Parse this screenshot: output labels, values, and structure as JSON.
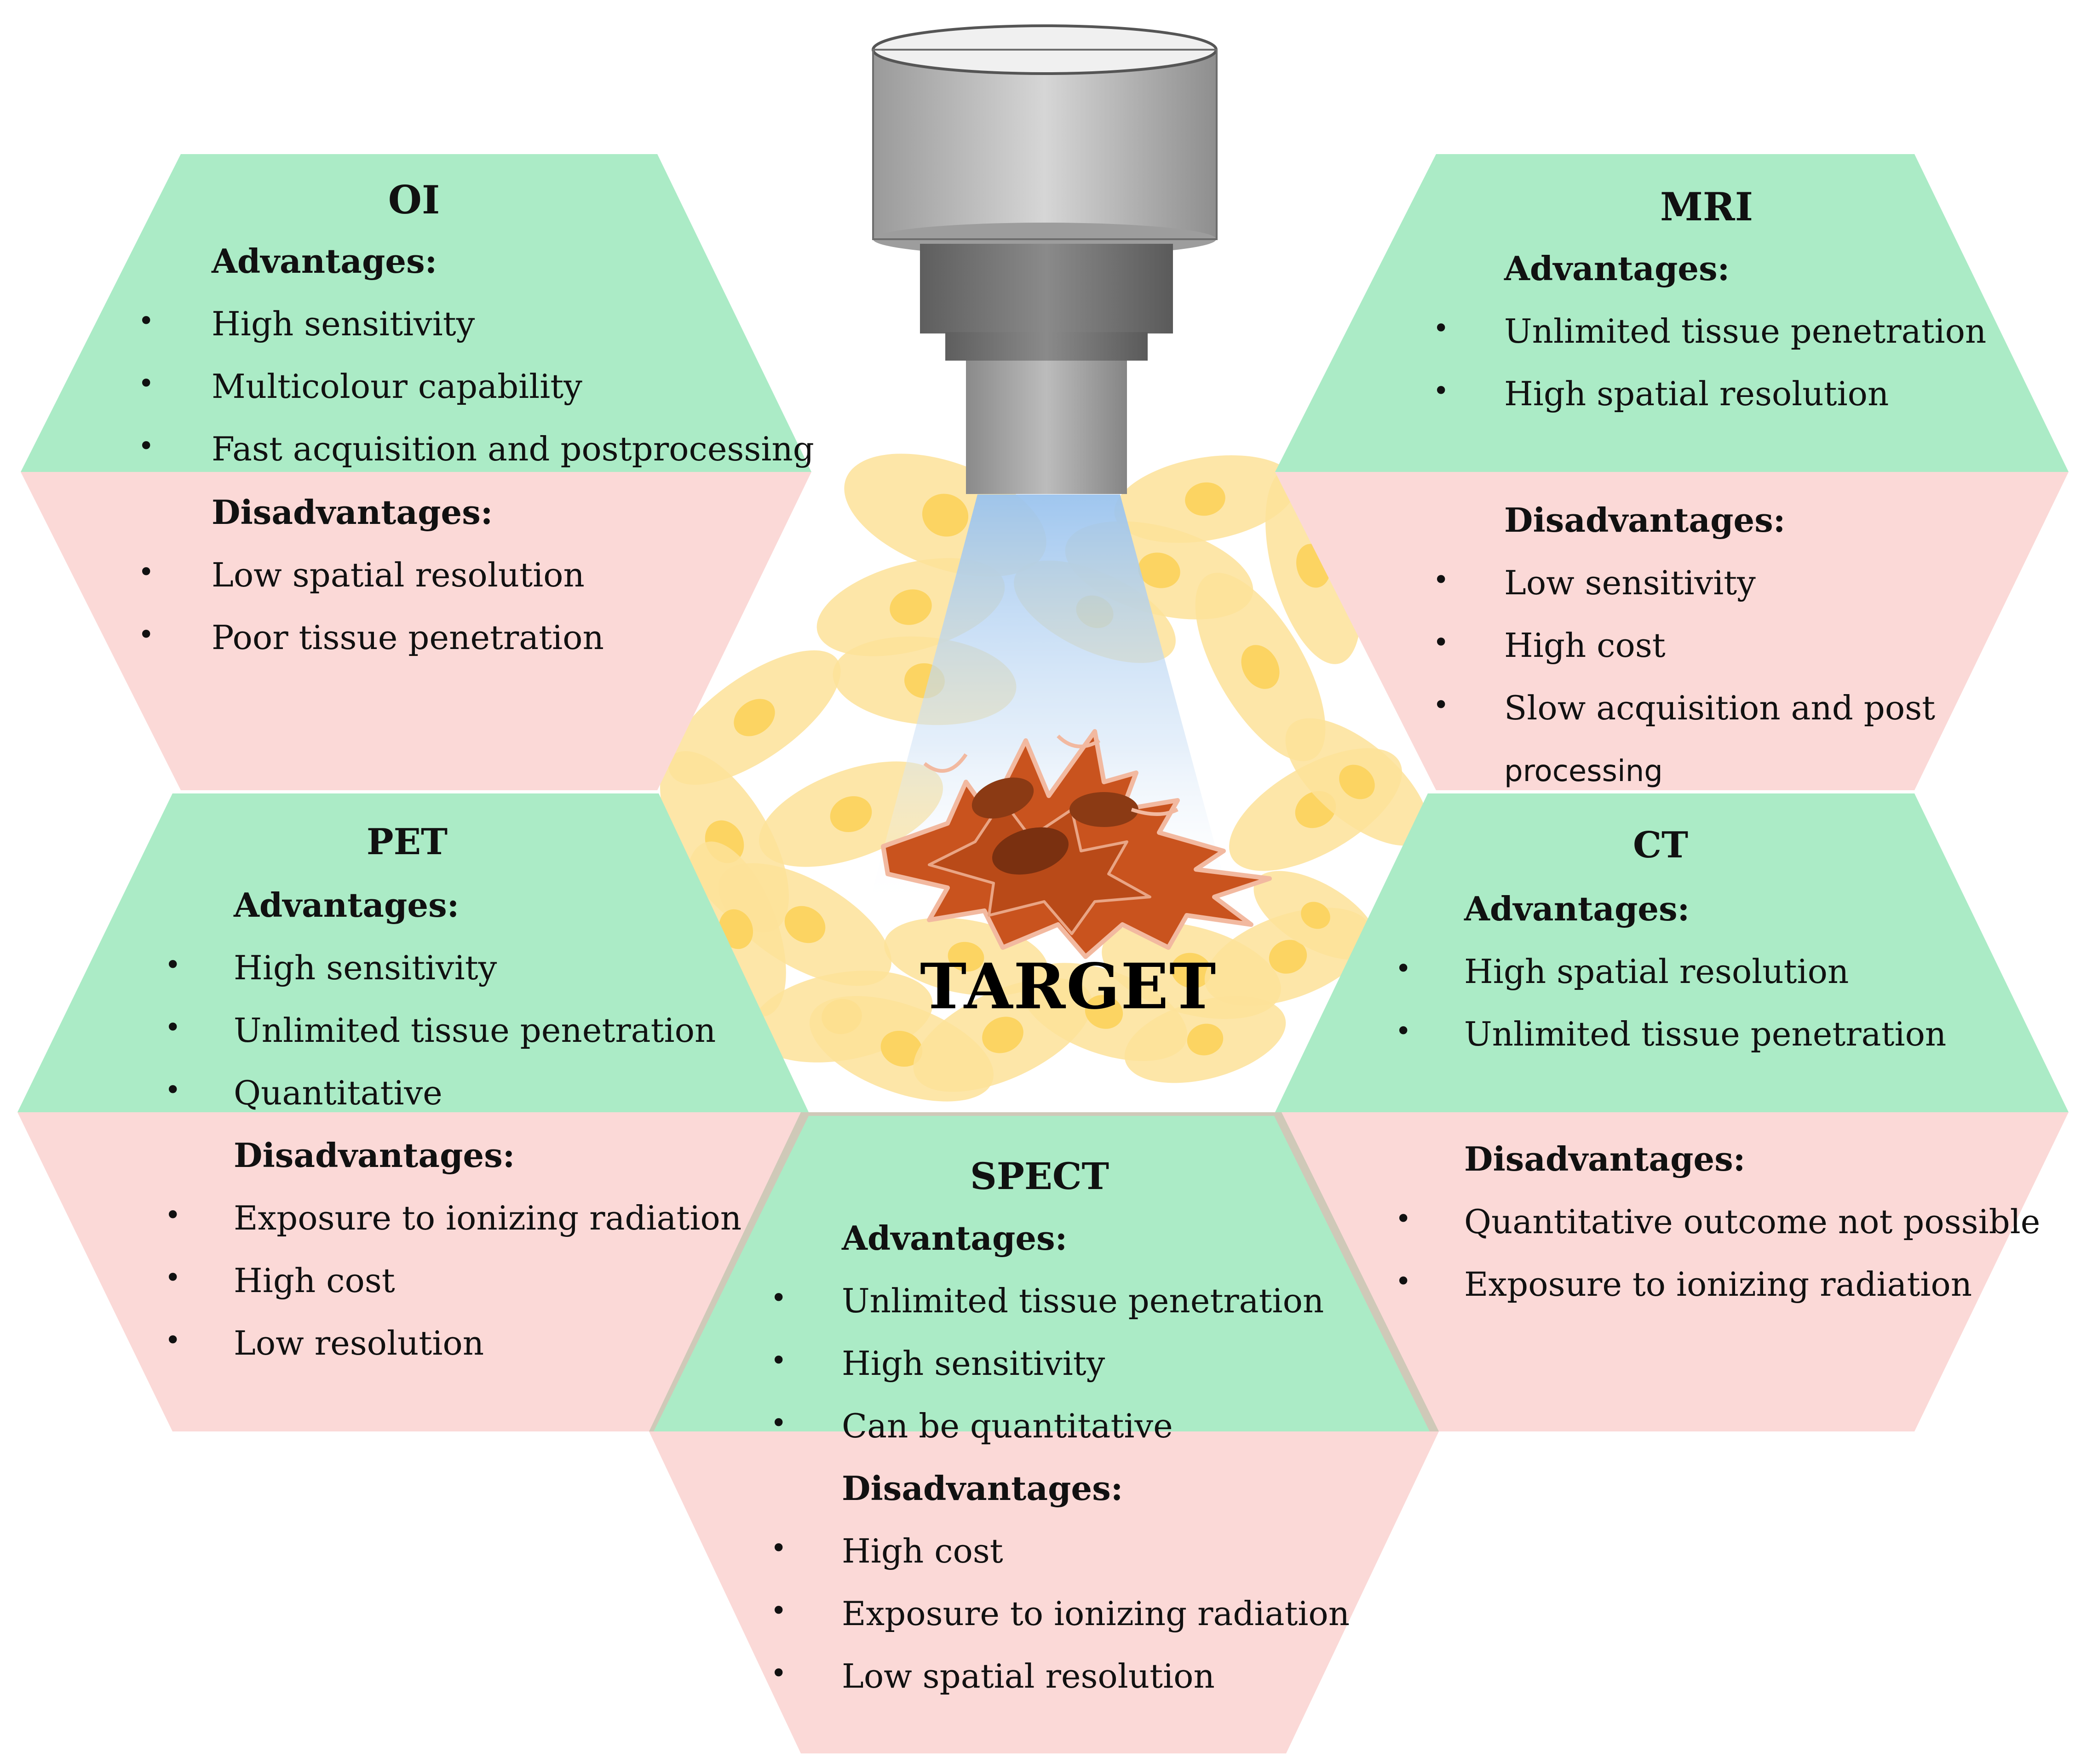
{
  "colors": {
    "advantages_fill": "#abebc6",
    "disadvantages_fill": "#fbd9d7",
    "cell_fill": "#fde299",
    "cell_nucleus": "#fcd462",
    "target_cell": "#c9531e",
    "target_nucleus": "#8b3a14",
    "beam": "#9ac3ee",
    "scanner_top": "#c8c8c8",
    "scanner_mid": "#787878",
    "scanner_bottom": "#a8a8a8"
  },
  "icons": {
    "scanner": "imaging-camera-icon",
    "target": "target-cell-icon"
  },
  "center_label": "TARGET",
  "panels": [
    {
      "id": "oi",
      "title": "OI",
      "advantages_label": "Advantages:",
      "advantages": [
        "High sensitivity",
        "Multicolour capability",
        "Fast acquisition and postprocessing"
      ],
      "disadvantages_label": "Disadvantages:",
      "disadvantages": [
        "Low spatial resolution",
        "Poor tissue penetration"
      ]
    },
    {
      "id": "mri",
      "title": "MRI",
      "advantages_label": "Advantages:",
      "advantages": [
        "Unlimited tissue penetration",
        "High spatial resolution"
      ],
      "disadvantages_label": "Disadvantages:",
      "disadvantages": [
        "Low sensitivity",
        "High cost",
        "Slow acquisition and post"
      ],
      "disadvantages_continuation": "processing"
    },
    {
      "id": "pet",
      "title": "PET",
      "advantages_label": "Advantages:",
      "advantages": [
        "High sensitivity",
        "Unlimited tissue penetration",
        "Quantitative"
      ],
      "disadvantages_label": "Disadvantages:",
      "disadvantages": [
        "Exposure to ionizing radiation",
        "High cost",
        "Low resolution"
      ]
    },
    {
      "id": "ct",
      "title": "CT",
      "advantages_label": "Advantages:",
      "advantages": [
        "High spatial resolution",
        "Unlimited tissue penetration"
      ],
      "disadvantages_label": "Disadvantages:",
      "disadvantages": [
        "Quantitative outcome not possible",
        "Exposure to ionizing radiation"
      ]
    },
    {
      "id": "spect",
      "title": "SPECT",
      "advantages_label": "Advantages:",
      "advantages": [
        "Unlimited tissue penetration",
        "High sensitivity",
        "Can be quantitative"
      ],
      "disadvantages_label": "Disadvantages:",
      "disadvantages": [
        "High cost",
        "Exposure to ionizing radiation",
        "Low spatial resolution"
      ]
    }
  ]
}
